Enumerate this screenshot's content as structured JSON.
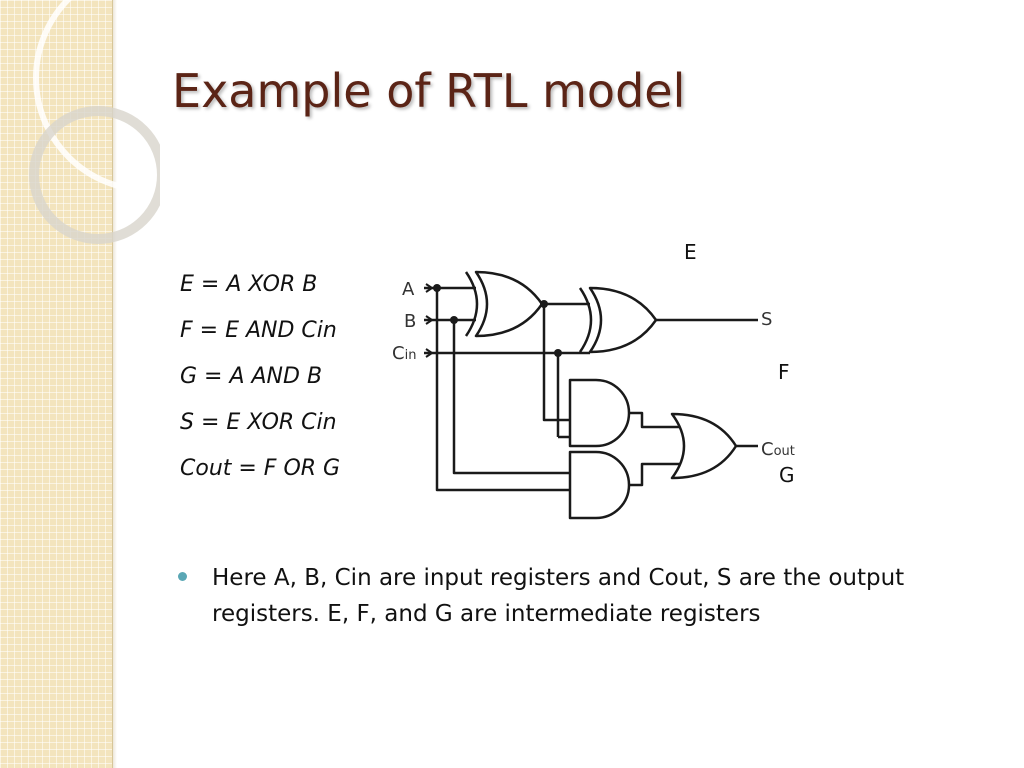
{
  "slide": {
    "title": "Example of RTL model",
    "equations": [
      "E = A XOR B",
      "F = E AND Cin",
      "G = A AND B",
      "S = E XOR Cin",
      "Cout = F OR G"
    ],
    "circuit": {
      "inputs": {
        "a": "A",
        "b": "B",
        "c": "C",
        "c_sub": "in"
      },
      "outputs": {
        "s": "S",
        "cout": "C",
        "cout_sub": "out"
      }
    },
    "register_labels": {
      "e": "E",
      "f": "F",
      "g": "G"
    },
    "bullet": "Here A, B, Cin are input registers and Cout, S are the output registers. E, F, and G are intermediate registers"
  },
  "colors": {
    "title": "#5b2416",
    "side_band": "#f3e4bd",
    "bullet": "#5aa7b5"
  }
}
